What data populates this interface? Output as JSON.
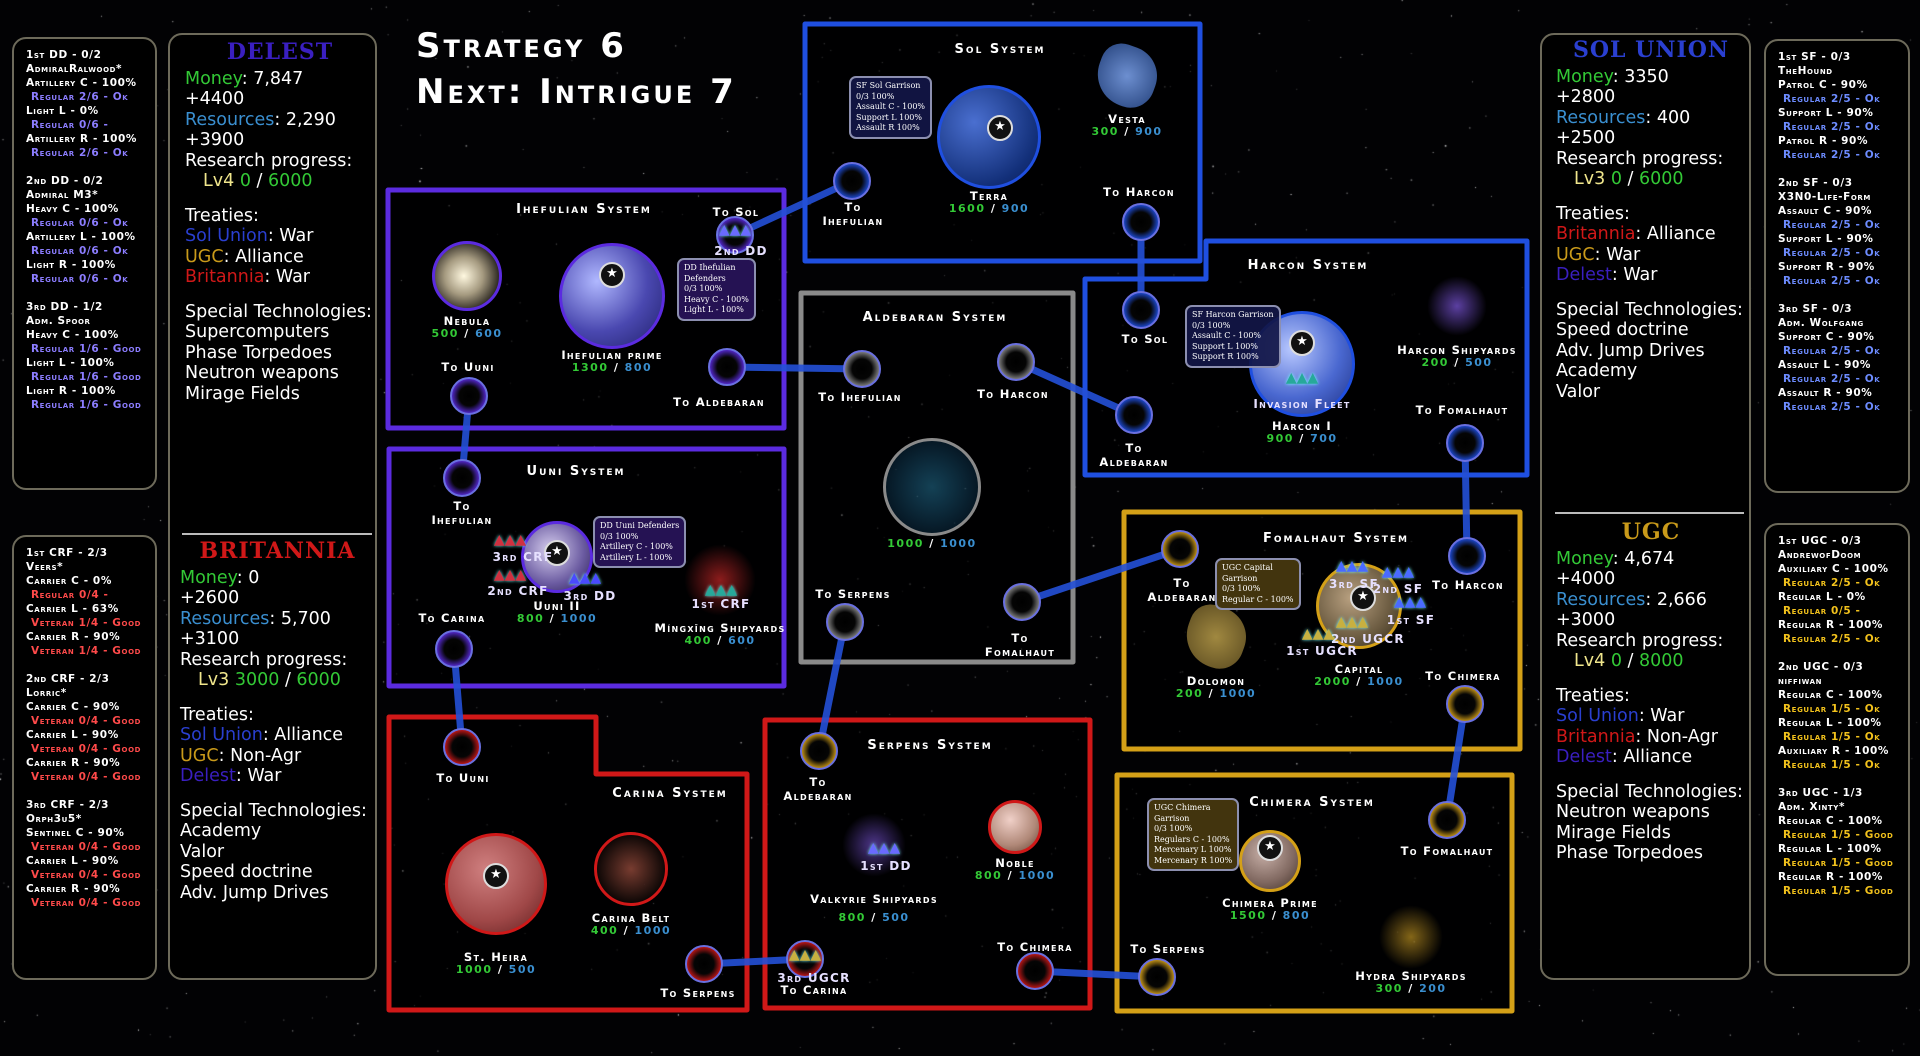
{
  "header": {
    "phase": "Strategy 6",
    "next": "Next: Intrigue 7"
  },
  "colors": {
    "money": "#33c936",
    "resources": "#3a8fd0",
    "sol": "#2a3fd0",
    "delest": "#3a1fc0",
    "britannia": "#d01818",
    "ugc": "#c99a1a"
  },
  "factions": {
    "delest": {
      "title": "DELEST",
      "money_label": "Money",
      "money": "7,847",
      "money_income": "+4400",
      "resources_label": "Resources",
      "resources": "2,290",
      "resources_income": "+3900",
      "research_label": "Research progress:",
      "research_level": "Lv4",
      "research_current": "0",
      "research_target": "6000",
      "treaties_label": "Treaties:",
      "treaties": [
        {
          "faction": "Sol Union",
          "key": "sol",
          "status": "War"
        },
        {
          "faction": "UGC",
          "key": "ugc",
          "status": "Alliance"
        },
        {
          "faction": "Britannia",
          "key": "britannia",
          "status": "War"
        }
      ],
      "tech_label": "Special Technologies:",
      "technologies": [
        "Supercomputers",
        "Phase Torpedoes",
        "Neutron weapons",
        "Mirage Fields"
      ]
    },
    "britannia": {
      "title": "BRITANNIA",
      "money_label": "Money",
      "money": "0",
      "money_income": "+2600",
      "resources_label": "Resources",
      "resources": "5,700",
      "resources_income": "+3100",
      "research_label": "Research progress:",
      "research_level": "Lv3",
      "research_current": "3000",
      "research_target": "6000",
      "treaties_label": "Treaties:",
      "treaties": [
        {
          "faction": "Sol Union",
          "key": "sol",
          "status": "Alliance"
        },
        {
          "faction": "UGC",
          "key": "ugc",
          "status": "Non-Agr"
        },
        {
          "faction": "Delest",
          "key": "delest",
          "status": "War"
        }
      ],
      "tech_label": "Special Technologies:",
      "technologies": [
        "Academy",
        "Valor",
        "Speed doctrine",
        "Adv. Jump Drives"
      ]
    },
    "sol": {
      "title": "SOL UNION",
      "money_label": "Money",
      "money": "3350",
      "money_income": "+2800",
      "resources_label": "Resources",
      "resources": "400",
      "resources_income": "+2500",
      "research_label": "Research progress:",
      "research_level": "Lv3",
      "research_current": "0",
      "research_target": "6000",
      "treaties_label": "Treaties:",
      "treaties": [
        {
          "faction": "Britannia",
          "key": "britannia",
          "status": "Alliance"
        },
        {
          "faction": "UGC",
          "key": "ugc",
          "status": "War"
        },
        {
          "faction": "Delest",
          "key": "delest",
          "status": "War"
        }
      ],
      "tech_label": "Special Technologies:",
      "technologies": [
        "Speed doctrine",
        "Adv. Jump Drives",
        "Academy",
        "Valor"
      ]
    },
    "ugc": {
      "title": "UGC",
      "money_label": "Money",
      "money": "4,674",
      "money_income": "+4000",
      "resources_label": "Resources",
      "resources": "2,666",
      "resources_income": "+3000",
      "research_label": "Research progress:",
      "research_level": "Lv4",
      "research_current": "0",
      "research_target": "8000",
      "treaties_label": "Treaties:",
      "treaties": [
        {
          "faction": "Sol Union",
          "key": "sol",
          "status": " War"
        },
        {
          "faction": "Britannia",
          "key": "britannia",
          "status": "Non-Agr"
        },
        {
          "faction": "Delest",
          "key": "delest",
          "status": "Alliance"
        }
      ],
      "tech_label": "Special Technologies:",
      "technologies": [
        "Neutron weapons",
        "Mirage Fields",
        "Phase Torpedoes"
      ]
    }
  },
  "fleets": {
    "delest": {
      "sub_color": "#8c7dff",
      "groups": [
        {
          "header": "1st DD - 0/2",
          "admiral": "AdmiralRalwood*",
          "units": [
            [
              "Artillery C - 100%",
              "Regular 2/6 - Ok"
            ],
            [
              "Light L - 0%",
              "Regular 0/6 -"
            ],
            [
              "Artillery R - 100%",
              "Regular 2/6 - Ok"
            ]
          ]
        },
        {
          "header": "2nd DD - 0/2",
          "admiral": "Admiral M3*",
          "units": [
            [
              "Heavy C - 100%",
              "Regular 0/6 - Ok"
            ],
            [
              "Artillery L - 100%",
              "Regular 0/6 - Ok"
            ],
            [
              "Light R - 100%",
              "Regular 0/6 - Ok"
            ]
          ]
        },
        {
          "header": "3rd DD - 1/2",
          "admiral": "Adm. Spoor",
          "units": [
            [
              "Heavy C - 100%",
              "Regular 1/6 - Good"
            ],
            [
              "Light L - 100%",
              "Regular 1/6 - Good"
            ],
            [
              "Light R - 100%",
              "Regular 1/6 - Good"
            ]
          ]
        }
      ]
    },
    "britannia": {
      "sub_color": "#ff4a4a",
      "groups": [
        {
          "header": "1st CRF - 2/3",
          "admiral": "Veers*",
          "units": [
            [
              "Carrier C - 0%",
              "Regular 0/4 -"
            ],
            [
              "Carrier L - 63%",
              "Veteran 1/4 - Good"
            ],
            [
              "Carrier R - 90%",
              "Veteran 1/4 - Good"
            ]
          ]
        },
        {
          "header": "2nd CRF - 2/3",
          "admiral": "Lorric*",
          "units": [
            [
              "Carrier C - 90%",
              "Veteran 0/4 - Good"
            ],
            [
              "Carrier L - 90%",
              "Veteran 0/4 - Good"
            ],
            [
              "Carrier R - 90%",
              "Veteran 0/4 - Good"
            ]
          ]
        },
        {
          "header": "3rd CRF - 2/3",
          "admiral": "Orph3u5*",
          "units": [
            [
              "Sentinel C - 90%",
              "Veteran 0/4 - Good"
            ],
            [
              "Carrier L - 90%",
              "Veteran 0/4 - Good"
            ],
            [
              "Carrier R - 90%",
              "Veteran 0/4 - Good"
            ]
          ]
        }
      ]
    },
    "sol": {
      "sub_color": "#6d8cff",
      "groups": [
        {
          "header": "1st SF - 0/3",
          "admiral": "TheHound",
          "units": [
            [
              "Patrol C - 90%",
              "Regular 2/5 - Ok"
            ],
            [
              "Support L - 90%",
              "Regular 2/5 - Ok"
            ],
            [
              "Patrol R - 90%",
              "Regular 2/5 - Ok"
            ]
          ]
        },
        {
          "header": "2nd SF - 0/3",
          "admiral": "X3N0-Life-Form",
          "units": [
            [
              "Assault C - 90%",
              "Regular 2/5 - Ok"
            ],
            [
              "Support L - 90%",
              "Regular 2/5 - Ok"
            ],
            [
              "Support R - 90%",
              "Regular 2/5 - Ok"
            ]
          ]
        },
        {
          "header": "3rd SF - 0/3",
          "admiral": "Adm. Wolfgang",
          "units": [
            [
              "Support C - 90%",
              "Regular 2/5 - Ok"
            ],
            [
              "Assault L - 90%",
              "Regular 2/5 - Ok"
            ],
            [
              "Assault R - 90%",
              "Regular 2/5 - Ok"
            ]
          ]
        }
      ]
    },
    "ugc": {
      "sub_color": "#f2c21c",
      "groups": [
        {
          "header": "1st UGC - 0/3",
          "admiral": "AndrewofDoom",
          "units": [
            [
              "Auxiliary C - 100%",
              "Regular 2/5 - Ok"
            ],
            [
              "Regular L - 0%",
              "Regular 0/5 -"
            ],
            [
              "Regular R - 100%",
              "Regular 2/5 - Ok"
            ]
          ]
        },
        {
          "header": "2nd UGC - 0/3",
          "admiral": "niffiwan",
          "units": [
            [
              "Regular C - 100%",
              "Regular 1/5 - Ok"
            ],
            [
              "Regular L - 100%",
              "Regular 1/5 - Ok"
            ],
            [
              "Auxiliary R - 100%",
              "Regular 1/5 - Ok"
            ]
          ]
        },
        {
          "header": "3rd UGC - 1/3",
          "admiral": "Adm. Xinty*",
          "units": [
            [
              "Regular C - 100%",
              "Regular 1/5 - Good"
            ],
            [
              "Regular L - 100%",
              "Regular 1/5 - Good"
            ],
            [
              "Regular R - 100%",
              "Regular 1/5 - Good"
            ]
          ]
        }
      ]
    }
  },
  "systems": [
    {
      "id": "sol",
      "name": "Sol System",
      "color": "#1f4fe0",
      "planets": [
        {
          "id": "terra",
          "name": "Terra",
          "industry": "1600",
          "resources": "900"
        },
        {
          "id": "vesta",
          "name": "Vesta",
          "industry": "300",
          "resources": "900"
        }
      ],
      "gates": [
        {
          "id": "sol-ihef",
          "label": "To Ihefulian"
        },
        {
          "id": "sol-harcon",
          "label": "To Harcon"
        }
      ],
      "garrisons": [
        {
          "id": "g-sol",
          "lines": [
            "SF Sol Garrison",
            "0/3 100%",
            "Assault C - 100%",
            "Support L 100%",
            "Assault R 100%"
          ]
        }
      ],
      "fleets": []
    },
    {
      "id": "ihef",
      "name": "Ihefulian System",
      "color": "#5b2be0",
      "planets": [
        {
          "id": "nebula",
          "name": "Nebula",
          "industry": "500",
          "resources": "600"
        },
        {
          "id": "ihefprime",
          "name": "Ihefulian prime",
          "industry": "1300",
          "resources": "800"
        }
      ],
      "gates": [
        {
          "id": "ihef-sol",
          "label": "To Sol"
        },
        {
          "id": "ihef-ald",
          "label": "To Aldebaran"
        },
        {
          "id": "ihef-uuni",
          "label": "To Uuni"
        }
      ],
      "garrisons": [
        {
          "id": "g-ihef",
          "lines": [
            "DD Ihefulian",
            "Defenders",
            "0/3 100%",
            "Heavy C - 100%",
            "Light L - 100%"
          ]
        }
      ],
      "fleets": [
        {
          "id": "f-2dd",
          "label": "2nd DD"
        }
      ]
    },
    {
      "id": "ald",
      "name": "Aldebaran System",
      "color": "#8a8a8a",
      "planets": [
        {
          "id": "aldneb",
          "name": "",
          "industry": "1000",
          "resources": "1000"
        }
      ],
      "gates": [
        {
          "id": "ald-ihef",
          "label": "To Ihefulian"
        },
        {
          "id": "ald-harcon",
          "label": "To Harcon"
        },
        {
          "id": "ald-serp",
          "label": "To Serpens"
        },
        {
          "id": "ald-fomal",
          "label": "To Fomalhaut"
        }
      ],
      "garrisons": [],
      "fleets": []
    },
    {
      "id": "harcon",
      "name": "Harcon System",
      "color": "#1f4fe0",
      "planets": [
        {
          "id": "harcon1",
          "name": "Harcon I",
          "industry": "900",
          "resources": "700"
        },
        {
          "id": "harconyards",
          "name": "Harcon Shipyards",
          "industry": "200",
          "resources": "500"
        }
      ],
      "gates": [
        {
          "id": "harcon-sol",
          "label": "To Sol"
        },
        {
          "id": "harcon-ald",
          "label": "To Aldebaran"
        },
        {
          "id": "harcon-fomal",
          "label": "To Fomalhaut"
        }
      ],
      "garrisons": [
        {
          "id": "g-harcon",
          "lines": [
            "SF Harcon Garrison",
            "0/3 100%",
            "Assault C - 100%",
            "Support L 100%",
            "Support R 100%"
          ]
        }
      ],
      "fleets": [
        {
          "id": "f-invasion",
          "label": "Invasion Fleet"
        }
      ]
    },
    {
      "id": "uuni",
      "name": "Uuni System",
      "color": "#5b2be0",
      "planets": [
        {
          "id": "uuni2",
          "name": "Uuni II",
          "industry": "800",
          "resources": "1000"
        },
        {
          "id": "mingxing",
          "name": "Míngxīng Shipyards",
          "industry": "400",
          "resources": "600"
        }
      ],
      "gates": [
        {
          "id": "uuni-ihef",
          "label": "To Ihefulian"
        },
        {
          "id": "uuni-carina",
          "label": "To Carina"
        }
      ],
      "garrisons": [
        {
          "id": "g-uuni",
          "lines": [
            "DD Uuni Defenders",
            "0/3 100%",
            "Artillery C - 100%",
            "Artillery L - 100%"
          ]
        }
      ],
      "fleets": [
        {
          "id": "f-3crf",
          "label": "3rd CRF"
        },
        {
          "id": "f-2crf",
          "label": "2nd CRF"
        },
        {
          "id": "f-3dd",
          "label": "3rd DD"
        },
        {
          "id": "f-1crf",
          "label": "1st CRF"
        }
      ]
    },
    {
      "id": "fomal",
      "name": "Fomalhaut System",
      "color": "#d4a017",
      "planets": [
        {
          "id": "capital",
          "name": "Capital",
          "industry": "2000",
          "resources": "1000"
        },
        {
          "id": "dolomon",
          "name": "Dolomon",
          "industry": "200",
          "resources": "1000"
        }
      ],
      "gates": [
        {
          "id": "fomal-ald",
          "label": "To Aldebaran"
        },
        {
          "id": "fomal-harcon",
          "label": "To Harcon"
        },
        {
          "id": "fomal-chimera",
          "label": "To Chimera"
        }
      ],
      "garrisons": [
        {
          "id": "g-fomal",
          "lines": [
            "UGC Capital",
            "Garrison",
            "0/3 100%",
            "Regular C - 100%"
          ]
        }
      ],
      "fleets": [
        {
          "id": "f-3sf",
          "label": "3rd SF"
        },
        {
          "id": "f-2sf",
          "label": "2nd SF"
        },
        {
          "id": "f-1sf",
          "label": "1st SF"
        },
        {
          "id": "f-2ugcr",
          "label": "2nd UGCR"
        },
        {
          "id": "f-1ugcr",
          "label": "1st UGCR"
        }
      ]
    },
    {
      "id": "carina",
      "name": "Carina System",
      "color": "#d01818",
      "planets": [
        {
          "id": "stheira",
          "name": "St. Heira",
          "industry": "1000",
          "resources": "500"
        },
        {
          "id": "carinabelt",
          "name": "Carina Belt",
          "industry": "400",
          "resources": "1000"
        }
      ],
      "gates": [
        {
          "id": "carina-uuni",
          "label": "To Uuni"
        },
        {
          "id": "carina-serp",
          "label": "To Serpens"
        }
      ],
      "garrisons": [],
      "fleets": []
    },
    {
      "id": "serp",
      "name": "Serpens System",
      "color": "#d01818",
      "planets": [
        {
          "id": "noble",
          "name": "Noble",
          "industry": "800",
          "resources": "1000"
        },
        {
          "id": "valkyrie",
          "name": "Valkyrie Shipyards",
          "industry": "800",
          "resources": "500"
        }
      ],
      "gates": [
        {
          "id": "serp-ald",
          "label": "To Aldebaran"
        },
        {
          "id": "serp-carina",
          "label": "To Carina"
        },
        {
          "id": "serp-chimera",
          "label": "To Chimera"
        }
      ],
      "garrisons": [],
      "fleets": [
        {
          "id": "f-1dd",
          "label": "1st DD"
        },
        {
          "id": "f-3ugcr",
          "label": "3rd UGCR"
        }
      ]
    },
    {
      "id": "chimera",
      "name": "Chimera System",
      "color": "#d4a017",
      "planets": [
        {
          "id": "chimeraprime",
          "name": "Chimera Prime",
          "industry": "1500",
          "resources": "800"
        },
        {
          "id": "hydra",
          "name": "Hydra Shipyards",
          "industry": "300",
          "resources": "200"
        }
      ],
      "gates": [
        {
          "id": "chimera-fomal",
          "label": "To Fomalhaut"
        },
        {
          "id": "chimera-serp",
          "label": "To Serpens"
        }
      ],
      "garrisons": [
        {
          "id": "g-chimera",
          "lines": [
            "UGC Chimera",
            "Garrison",
            "0/3 100%",
            "Regulars C - 100%",
            "Mercenary L 100%",
            "Mercenary R 100%"
          ]
        }
      ],
      "fleets": []
    }
  ],
  "jump_lanes": [
    [
      "sol-ihef",
      "ihef-sol"
    ],
    [
      "sol-harcon",
      "harcon-sol"
    ],
    [
      "ihef-ald",
      "ald-ihef"
    ],
    [
      "ihef-uuni",
      "uuni-ihef"
    ],
    [
      "ald-harcon",
      "harcon-ald"
    ],
    [
      "ald-serp",
      "serp-ald"
    ],
    [
      "ald-fomal",
      "fomal-ald"
    ],
    [
      "harcon-fomal",
      "fomal-harcon"
    ],
    [
      "uuni-carina",
      "carina-uuni"
    ],
    [
      "fomal-chimera",
      "chimera-fomal"
    ],
    [
      "carina-serp",
      "serp-carina"
    ],
    [
      "serp-chimera",
      "chimera-serp"
    ]
  ]
}
